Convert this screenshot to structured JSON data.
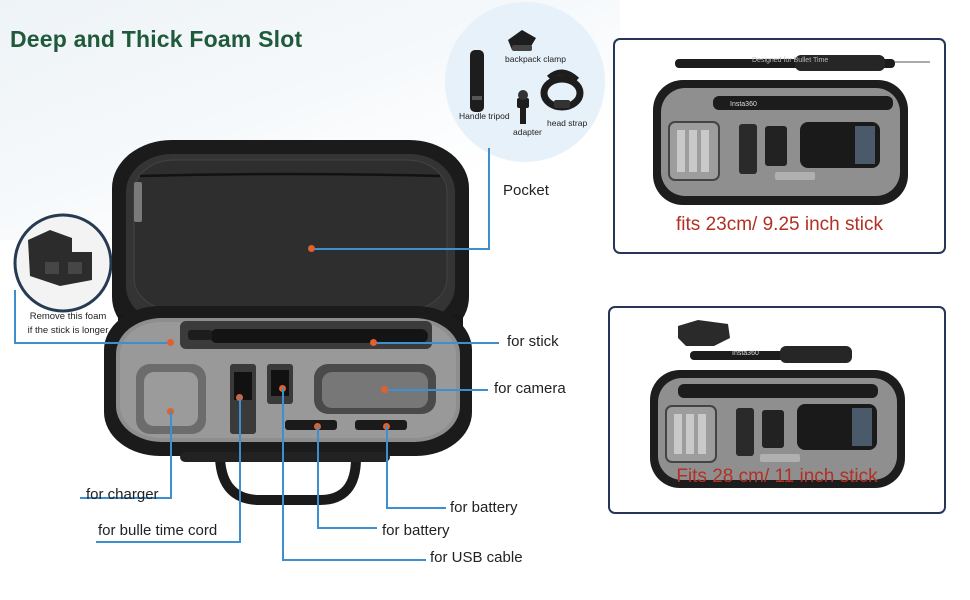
{
  "title": "Deep and Thick Foam Slot",
  "accessories": {
    "backpack_clamp": "backpack clamp",
    "handle_tripod": "Handle tripod",
    "adapter": "adapter",
    "head_strap": "head strap"
  },
  "labels": {
    "pocket": "Pocket",
    "for_stick": "for stick",
    "for_camera": "for camera",
    "for_charger": "for charger",
    "for_bulle_time_cord": "for bulle time cord",
    "for_battery_1": "for battery",
    "for_battery_2": "for battery",
    "for_usb_cable": "for USB cable"
  },
  "foam_note": {
    "line1": "Remove this foam",
    "line2": "if the stick is longer"
  },
  "fit_boxes": {
    "top": "fits 23cm/ 9.25 inch stick",
    "bottom": "Fits 28 cm/ 11 inch stick"
  },
  "stick_print": {
    "brand": "Insta360",
    "engraving": "Designed for Bullet Time"
  },
  "colors": {
    "title": "#1f5a3a",
    "callout_line": "#3d8fd0",
    "callout_dot": "#e0612a",
    "fit_text": "#b23024",
    "box_border": "#27355a"
  }
}
